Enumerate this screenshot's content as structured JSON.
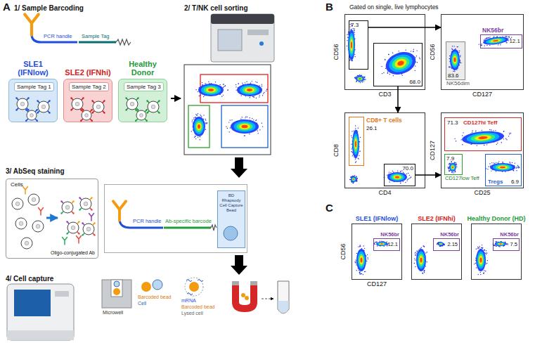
{
  "diagram": {
    "nodes": [
      {
        "text": [
          "SLE1 (IFNlow)"
        ]
      },
      {
        "text": [
          "Sample Tag 1"
        ],
        "in": 0
      },
      {
        "text": [
          "SLE2 (IFNhi)"
        ]
      },
      {
        "text": [
          "Sample Tag 2"
        ],
        "in": 2
      },
      {
        "text": [
          "Healthy Donor"
        ]
      },
      {
        "text": [
          "Sample Tag 3"
        ],
        "in": 4
      },
      {
        "text": [
          "Cells",
          "Oligo-conjugated Ab"
        ]
      },
      {
        "text": [
          "PCR handle",
          "Ab-specific barcode"
        ]
      },
      {
        "text": [
          "BD Rhapsody Cell Capture Bead"
        ],
        "in": 7
      },
      {
        "text": [
          "CD56",
          "CD3"
        ]
      },
      {
        "text": [
          "7.3"
        ],
        "in": 9
      },
      {
        "text": [
          "68.0"
        ],
        "in": 9
      },
      {
        "text": [
          "CD56",
          "CD127"
        ]
      },
      {
        "text": [
          "NK56br",
          "12.1"
        ],
        "in": 12
      },
      {
        "text": [
          "NK56dim",
          "83.6"
        ],
        "in": 12
      },
      {
        "text": [
          "CD8",
          "CD4"
        ]
      },
      {
        "text": [
          "CD8+ T cells",
          "26.1"
        ],
        "in": 15
      },
      {
        "text": [
          "70.0"
        ],
        "in": 15
      },
      {
        "text": [
          "CD127",
          "CD25"
        ]
      },
      {
        "text": [
          "CD127hi Teff",
          "71.3"
        ],
        "in": 18
      },
      {
        "text": [
          "CD127low Teff",
          "7.9"
        ],
        "in": 18
      },
      {
        "text": [
          "Tregs",
          "6.9"
        ],
        "in": 18
      },
      {
        "text": [
          "SLE1 (IFNlow)",
          "CD56",
          "CD127"
        ]
      },
      {
        "text": [
          "NK56br",
          "12.1"
        ],
        "in": 22
      },
      {
        "text": [
          "SLE2 (IFNhi)"
        ]
      },
      {
        "text": [
          "NK56br",
          "2.15"
        ],
        "in": 24
      },
      {
        "text": [
          "Healthy Donor (HD)"
        ]
      },
      {
        "text": [
          "NK56br",
          "7.5"
        ],
        "in": 26
      }
    ],
    "edges": [
      {
        "from": 10,
        "to": 12,
        "arrow": "to"
      },
      {
        "from": 11,
        "to": 15,
        "arrow": "to"
      },
      {
        "from": 17,
        "to": 18,
        "arrow": "to"
      }
    ],
    "labels": [
      "A",
      "1/ Sample Barcoding",
      "PCR handle",
      "Sample Tag",
      "2/ T/NK cell sorting",
      "3/ AbSeq staining",
      "4/ Cell capture",
      "Microwell",
      "Barcoded bead",
      "Cell",
      "mRNA",
      "Barcoded bead",
      "Lysed cell",
      "B",
      "Gated on single, live lymphocytes",
      "C"
    ]
  }
}
